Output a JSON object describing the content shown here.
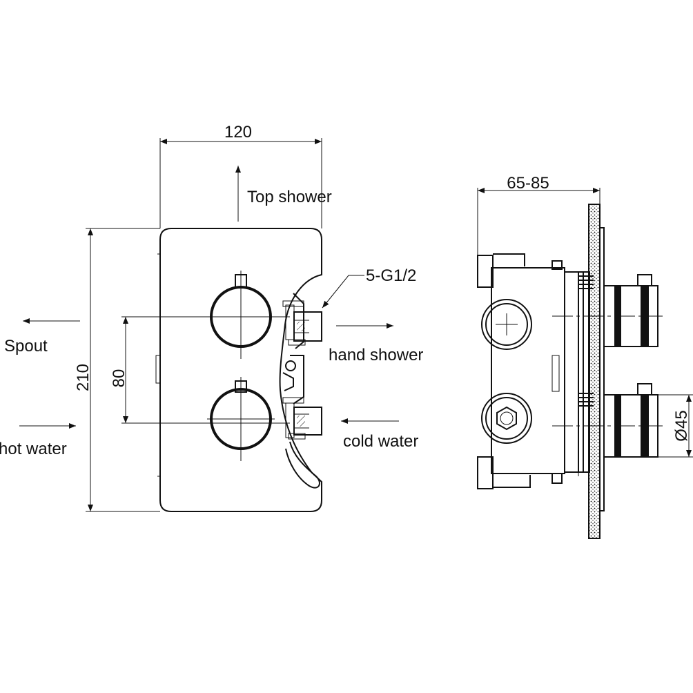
{
  "front_view": {
    "dim_width": "120",
    "dim_height": "210",
    "dim_spacing": "80",
    "label_top_shower": "Top shower",
    "label_spout": "Spout",
    "label_hand_shower": "hand shower",
    "label_hot_water": "hot water",
    "label_cold_water": "cold water",
    "label_connections": "5-G1/2"
  },
  "side_view": {
    "dim_depth": "65-85",
    "dim_diameter": "Ø45"
  }
}
